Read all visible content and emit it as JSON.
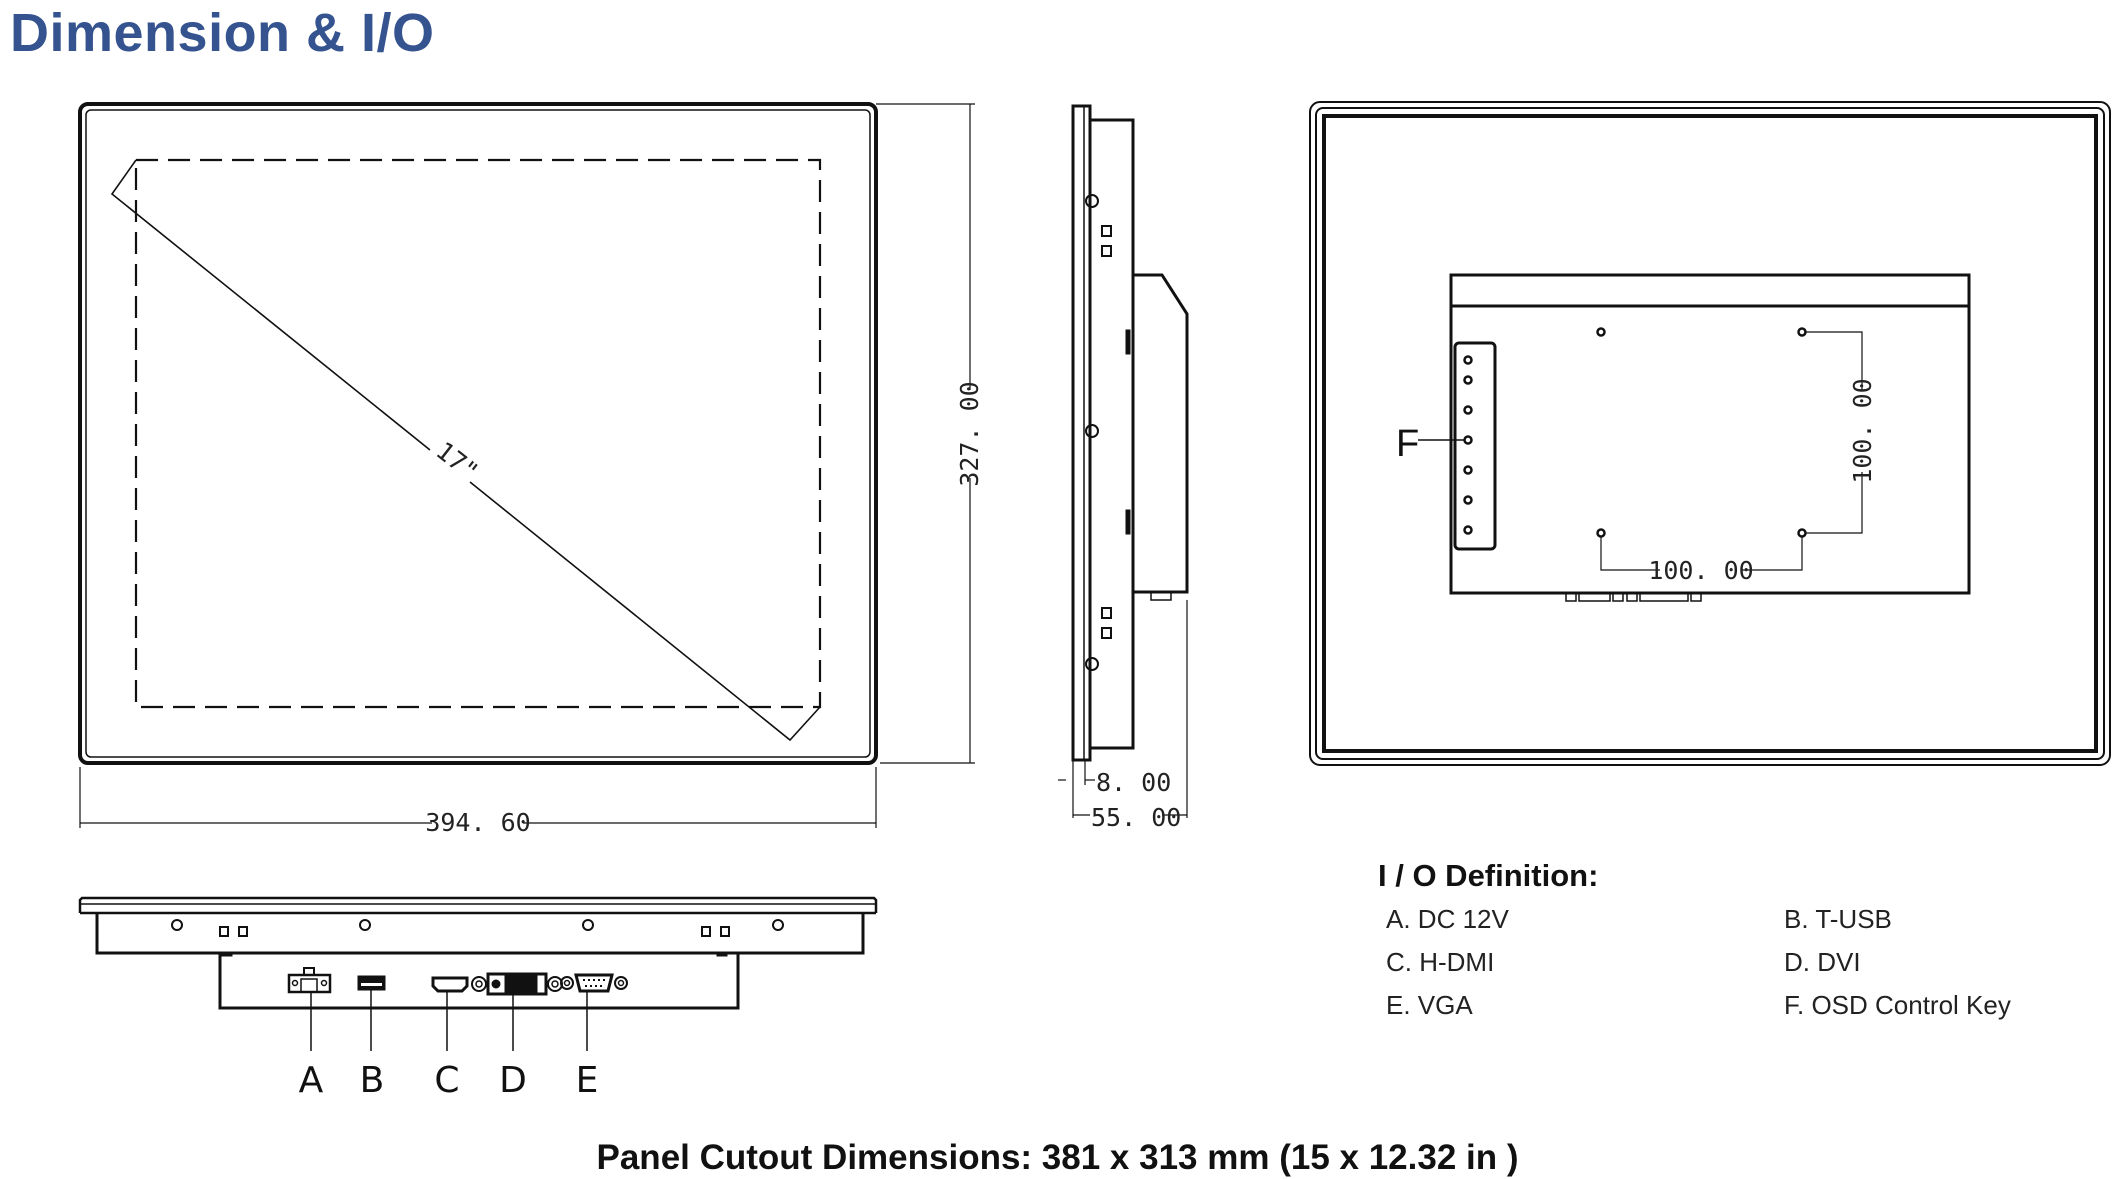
{
  "header": {
    "title": "Dimension & I/O"
  },
  "front_view": {
    "diagonal_label": "17\"",
    "width_dim": "394. 60",
    "height_dim": "327. 00"
  },
  "side_view": {
    "bezel_dim": "8. 00",
    "depth_dim": "55. 00"
  },
  "rear_view": {
    "vesa_horizontal": "100. 00",
    "vesa_vertical": "100. 00",
    "osd_label": "F"
  },
  "bottom_view": {
    "port_labels": [
      "A",
      "B",
      "C",
      "D",
      "E"
    ]
  },
  "io_definition": {
    "title": "I / O Definition:",
    "items": [
      {
        "key": "A",
        "text": "A. DC 12V"
      },
      {
        "key": "B",
        "text": "B. T-USB"
      },
      {
        "key": "C",
        "text": "C. H-DMI"
      },
      {
        "key": "D",
        "text": "D. DVI"
      },
      {
        "key": "E",
        "text": "E. VGA"
      },
      {
        "key": "F",
        "text": "F. OSD Control Key"
      }
    ]
  },
  "footer": {
    "panel_cutout": "Panel Cutout Dimensions: 381 x 313 mm (15 x 12.32 in )"
  },
  "colors": {
    "title": "#34538f",
    "line": "#111111",
    "background": "#ffffff"
  }
}
